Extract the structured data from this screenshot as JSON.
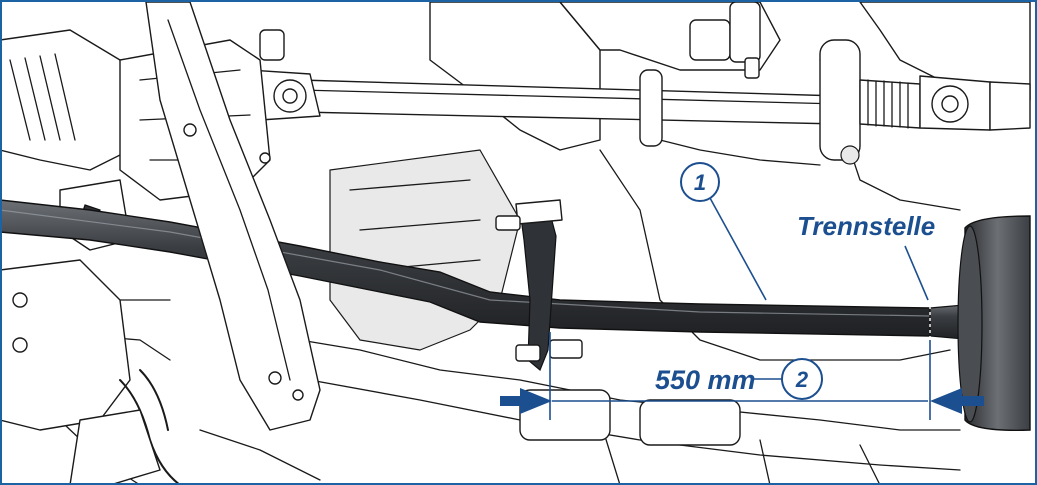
{
  "labels": {
    "callout_1": "1",
    "callout_2": "2",
    "separation_label": "Trennstelle",
    "dimension": "550 mm"
  },
  "colors": {
    "callout_blue": "#1c4f8f",
    "frame_blue": "#1c63a3",
    "pipe_dark": "#2f3236"
  }
}
